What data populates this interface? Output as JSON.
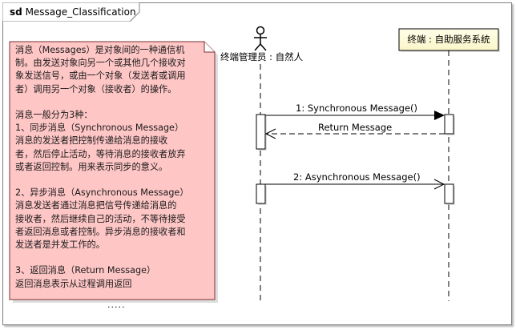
{
  "frame": {
    "keyword": "sd",
    "name": "Message_Classification"
  },
  "lifelines": {
    "actor": {
      "label": "终端管理员 : 自然人"
    },
    "object": {
      "label": "终端 : 自助服务系统"
    }
  },
  "messages": [
    {
      "label": "1: Synchronous Message()"
    },
    {
      "label": "Return Message"
    },
    {
      "label": "2: Asynchronous Message()"
    }
  ],
  "note": {
    "lines": [
      "消息（Messages）是对象间的一种通信机",
      "制。由发送对象向另一个或其他几个接收对",
      "象发送信号，或由一个对象（发送者或调用",
      "者）调用另一个对象（接收者）的操作。",
      "",
      "消息一般分为3种：",
      "1、同步消息（Synchronous Message）",
      "    消息的发送者把控制传递给消息的接收",
      "者，然后停止活动，等待消息的接收者放弃",
      "或者返回控制。用来表示同步的意义。",
      "",
      "2、异步消息（Asynchronous Message）",
      "    消息发送者通过消息把信号传递给消息的",
      "接收者，然后继续自己的活动，不等待接受",
      "者返回消息或者控制。异步消息的接收者和",
      "发送者是并发工作的。",
      "",
      "3、返回消息（Return Message）",
      "    返回消息表示从过程调用返回"
    ]
  },
  "ellipsis": "....."
}
